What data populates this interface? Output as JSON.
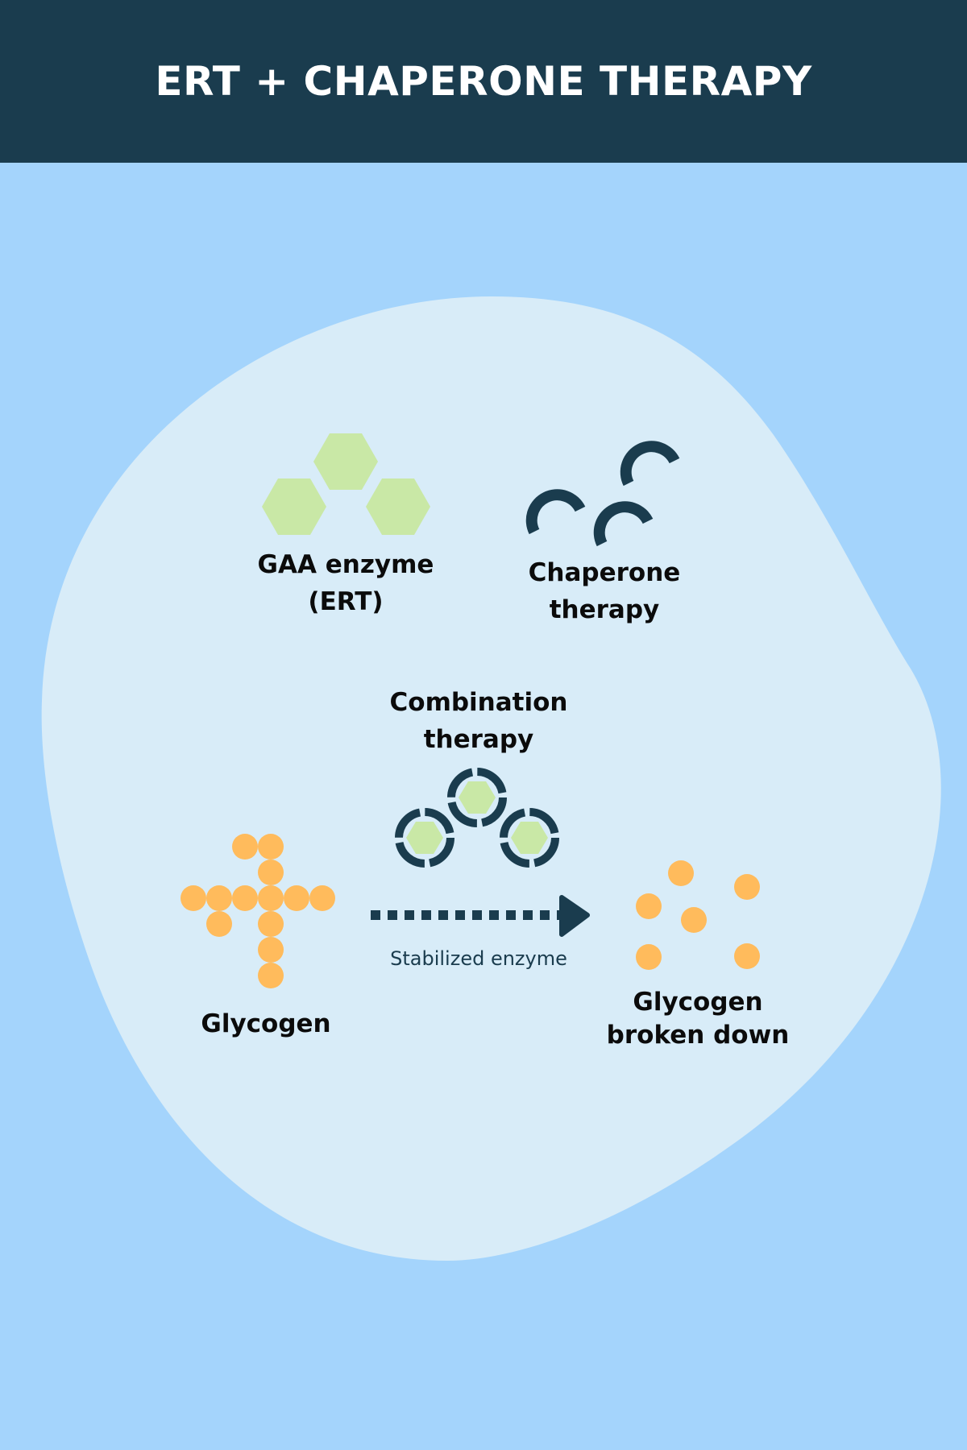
{
  "header": {
    "title": "ERT + CHAPERONE THERAPY"
  },
  "colors": {
    "header_bg": "#1a3c4e",
    "page_bg": "#a4d4fc",
    "cell_bg": "#d8ecf8",
    "enzyme_green": "#c9e8a6",
    "chaperone_navy": "#1a3c4e",
    "glycogen_orange": "#ffbb5c"
  },
  "labels": {
    "gaa_enzyme": {
      "line1": "GAA enzyme",
      "line2": "(ERT)"
    },
    "chaperone": {
      "line1": "Chaperone",
      "line2": "therapy"
    },
    "combination": {
      "line1": "Combination",
      "line2": "therapy"
    },
    "glycogen": "Glycogen",
    "glycogen_broken": {
      "line1": "Glycogen",
      "line2": "broken down"
    },
    "arrow_caption": "Stabilized enzyme"
  },
  "icons": {
    "enzyme": "hexagon-icon",
    "chaperone": "arc-icon",
    "combination": "hexagon-in-ring-icon",
    "glycogen": "dot-cluster-icon",
    "arrow": "dotted-arrow-icon"
  }
}
